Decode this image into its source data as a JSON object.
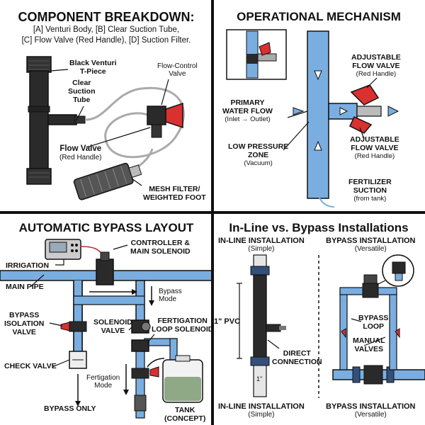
{
  "panel1": {
    "title": "COMPONENT BREAKDOWN:",
    "subtitle_line1": "[A] Venturi Body, [B] Clear Suction Tube,",
    "subtitle_line2": "[C] Flow Valve (Red Handle), [D] Suction Filter.",
    "label_venturi_1": "Black Venturi",
    "label_venturi_2": "T-Piece",
    "label_tube_1": "Clear",
    "label_tube_2": "Suction",
    "label_tube_3": "Tube",
    "label_flowcontrol_1": "Flow-Control",
    "label_flowcontrol_2": "Valve",
    "label_flowvalve": "Flow Valve",
    "label_flowvalve_note": "(Red Handle)",
    "label_filter_1": "MESH FILTER/",
    "label_filter_2": "WEIGHTED FOOT"
  },
  "panel2": {
    "title": "OPERATIONAL MECHANISM",
    "label_primary_1": "PRIMARY",
    "label_primary_2": "WATER FLOW",
    "label_primary_note": "(Inlet → Outlet)",
    "label_lowpressure_1": "LOW PRESSURE",
    "label_lowpressure_2": "ZONE",
    "label_lowpressure_note": "(Vacuum)",
    "label_adjvalve_top_1": "ADJUSTABLE",
    "label_adjvalve_top_2": "FLOW VALVE",
    "label_adjvalve_top_note": "(Red Handle)",
    "label_adjvalve_bot_1": "ADJUSTABLE",
    "label_adjvalve_bot_2": "FLOW VALVE",
    "label_adjvalve_bot_note": "(Red Handle)",
    "label_suction_1": "FERTILIZER",
    "label_suction_2": "SUCTION",
    "label_suction_note": "(from tank)"
  },
  "panel3": {
    "title": "AUTOMATIC BYPASS LAYOUT",
    "label_controller_1": "CONTROLLER &",
    "label_controller_2": "MAIN SOLENOID",
    "label_irrigation": "IRRIGATION",
    "label_mainpipe": "MAIN PIPE",
    "label_bypassmode_1": "Bypass",
    "label_bypassmode_2": "Mode",
    "label_isolation_1": "BYPASS",
    "label_isolation_2": "ISOLATION",
    "label_isolation_3": "VALVE",
    "label_solenoid_1": "SOLENOID",
    "label_solenoid_2": "VALVE",
    "label_fertloop_1": "FERTIGATION",
    "label_fertloop_2": "LOOP SOLENOID",
    "label_checkvalve": "CHECK VALVE",
    "label_fertmode_1": "Fertigation",
    "label_fertmode_2": "Mode",
    "label_bypassonly": "BYPASS ONLY",
    "label_tank_1": "TANK",
    "label_tank_2": "(CONCEPT)"
  },
  "panel4": {
    "title": "In-Line vs. Bypass Installations",
    "inline_head": "IN-LINE INSTALLATION",
    "inline_head_note": "(Simple)",
    "bypass_head": "BYPASS INSTALLATION",
    "bypass_head_note": "(Versatile)",
    "label_pvc": "1\" PVC",
    "label_direct_1": "DIRECT",
    "label_direct_2": "CONNECTION",
    "label_loop_1": "BYPASS",
    "label_loop_2": "LOOP",
    "label_manual_1": "MANUAL",
    "label_manual_2": "VALVES",
    "pipe_mark": "1\"",
    "inline_foot": "IN-LINE INSTALLATION",
    "inline_foot_note": "(Simple)",
    "bypass_foot": "BYPASS INSTALLATION",
    "bypass_foot_note": "(Versatile)"
  },
  "colors": {
    "pipe_blue": "#7aaee0",
    "venturi_black": "#2a2a2a",
    "handle_red": "#d93030",
    "outline": "#111111"
  }
}
